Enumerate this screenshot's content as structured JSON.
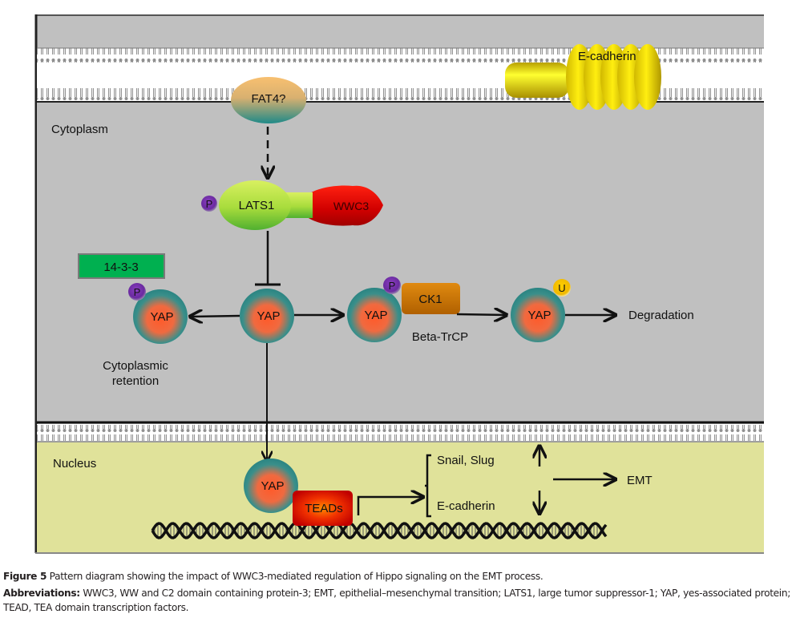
{
  "figure": {
    "compartments": {
      "cytoplasm": "Cytoplasm",
      "nucleus": "Nucleus"
    },
    "membrane_proteins": {
      "fat4": "FAT4?",
      "e_cadherin": "E-cadherin"
    },
    "kinase_complex": {
      "lats1": "LATS1",
      "wwc3": "WWC3",
      "phospho": "P"
    },
    "cytoplasmic_retention": {
      "protein_14_3_3": "14-3-3",
      "phospho": "P",
      "yap": "YAP",
      "label": [
        "Cytoplasmic",
        "retention"
      ]
    },
    "central_yap": "YAP",
    "degradation_path": {
      "yap_phospho": "YAP",
      "phospho": "P",
      "ck1": "CK1",
      "beta_trcp": "Beta-TrCP",
      "yap_ubiquitinated": "YAP",
      "ubiquitin": "U",
      "outcome": "Degradation"
    },
    "nuclear": {
      "yap": "YAP",
      "teads": "TEADs",
      "targets": [
        "Snail, Slug",
        "E-cadherin"
      ],
      "outcome": "EMT"
    },
    "colors": {
      "outer_gray": "#c0c0c0",
      "cytoplasm_gray": "#c0c0c0",
      "nucleus_yellow": "#e0e29a",
      "yap_core": "#ff6a3a",
      "yap_rim": "#2b8c8a",
      "lats1_green": "#a6e03c",
      "wwc3_red": "#d40000",
      "phospho_purple": "#7030a0",
      "ubiquitin_yellow": "#f5c400",
      "ck1_orange": "#c87000",
      "box_14_3_3_green": "#00b050",
      "teads_red": "#e02000",
      "ecadherin_yellow": "#f0e000"
    }
  },
  "caption": {
    "line1_label": "Figure 5",
    "line1_text": " Pattern diagram showing the impact of WWC3-mediated regulation of Hippo signaling on the EMT process.",
    "line2_label": "Abbreviations:",
    "line2_text": " WWC3, WW and C2 domain containing protein-3; EMT, epithelial–mesenchymal transition; LATS1, large tumor suppressor-1; YAP, yes-associated protein;",
    "line3_text": "TEAD, TEA domain transcription factors."
  }
}
